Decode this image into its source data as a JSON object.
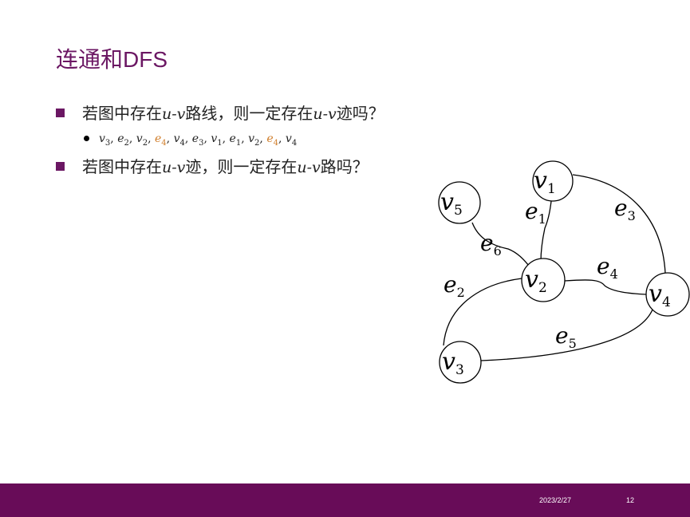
{
  "slide": {
    "title_cn": "连通和",
    "title_latin": "DFS",
    "footer_date": "2023/2/27",
    "page_number": "12"
  },
  "bullets": [
    {
      "prefix": "若图中存在",
      "var": "u-v",
      "mid": "路线，则一定存在",
      "var2": "u-v",
      "suffix": "迹吗？"
    },
    {
      "prefix": "若图中存在",
      "var": "u-v",
      "mid": "迹，则一定存在",
      "var2": "u-v",
      "suffix": "路吗？"
    }
  ],
  "example_sequence": [
    {
      "base": "v",
      "sub": "3",
      "highlight": false
    },
    {
      "base": "e",
      "sub": "2",
      "highlight": false
    },
    {
      "base": "v",
      "sub": "2",
      "highlight": false
    },
    {
      "base": "e",
      "sub": "4",
      "highlight": true
    },
    {
      "base": "v",
      "sub": "4",
      "highlight": false
    },
    {
      "base": "e",
      "sub": "3",
      "highlight": false
    },
    {
      "base": "v",
      "sub": "1",
      "highlight": false
    },
    {
      "base": "e",
      "sub": "1",
      "highlight": false
    },
    {
      "base": "v",
      "sub": "2",
      "highlight": false
    },
    {
      "base": "e",
      "sub": "4",
      "highlight": true
    },
    {
      "base": "v",
      "sub": "4",
      "highlight": false
    }
  ],
  "graph": {
    "nodes": [
      {
        "id": "v1",
        "base": "v",
        "sub": "1"
      },
      {
        "id": "v2",
        "base": "v",
        "sub": "2"
      },
      {
        "id": "v3",
        "base": "v",
        "sub": "3"
      },
      {
        "id": "v4",
        "base": "v",
        "sub": "4"
      },
      {
        "id": "v5",
        "base": "v",
        "sub": "5"
      }
    ],
    "edges": [
      {
        "id": "e1",
        "base": "e",
        "sub": "1",
        "from": "v1",
        "to": "v2"
      },
      {
        "id": "e2",
        "base": "e",
        "sub": "2",
        "from": "v2",
        "to": "v3"
      },
      {
        "id": "e3",
        "base": "e",
        "sub": "3",
        "from": "v1",
        "to": "v4"
      },
      {
        "id": "e4",
        "base": "e",
        "sub": "4",
        "from": "v2",
        "to": "v4"
      },
      {
        "id": "e5",
        "base": "e",
        "sub": "5",
        "from": "v3",
        "to": "v4"
      },
      {
        "id": "e6",
        "base": "e",
        "sub": "6",
        "from": "v5",
        "to": "v2"
      }
    ]
  },
  "colors": {
    "accent": "#6b1763",
    "footer": "#680c58",
    "highlight": "#d07f2d"
  }
}
